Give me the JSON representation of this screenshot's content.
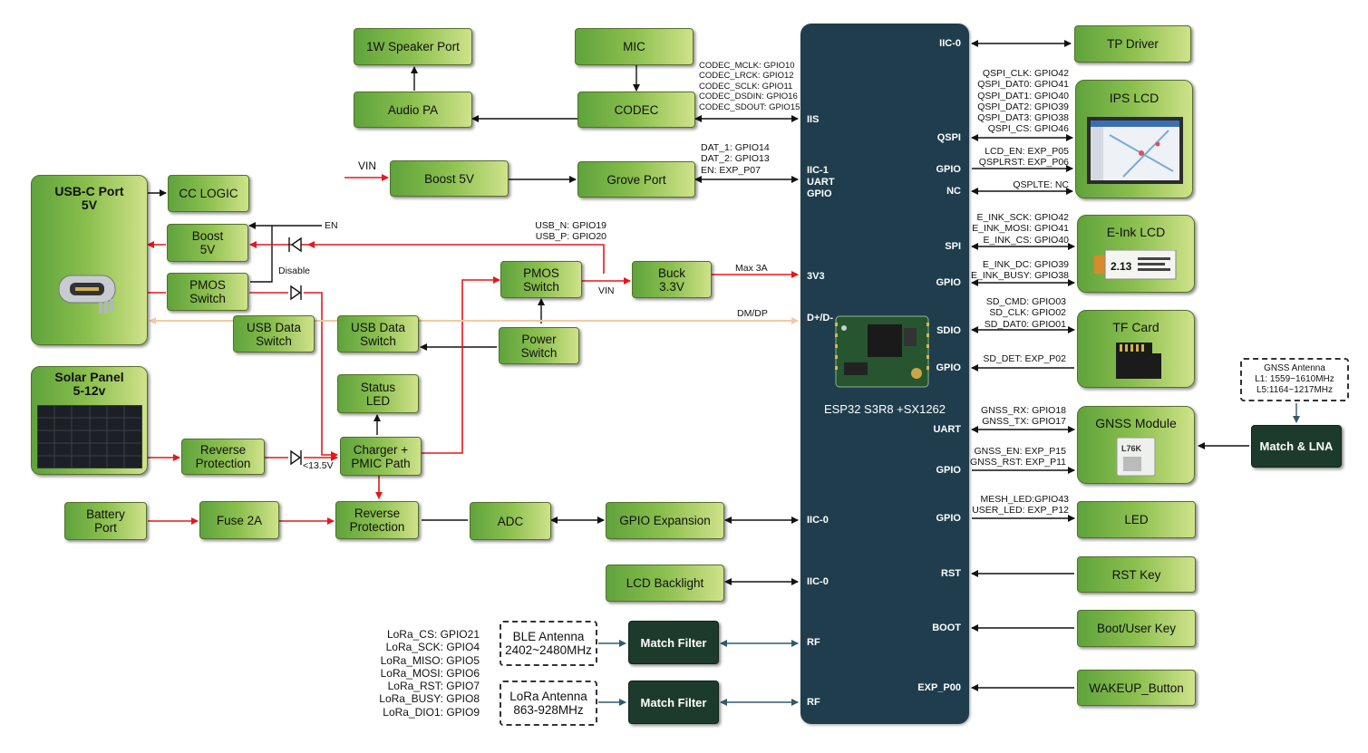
{
  "mcu": {
    "name": "ESP32 S3R8 +SX1262",
    "left_pins": [
      "IIS",
      "IIC-1\nUART\nGPIO",
      "3V3",
      "D+/D-",
      "IIC-0",
      "IIC-0",
      "RF",
      "RF"
    ],
    "right_pins": [
      "IIC-0",
      "QSPI",
      "GPIO",
      "NC",
      "SPI",
      "GPIO",
      "SDIO",
      "GPIO",
      "UART",
      "GPIO",
      "GPIO",
      "RST",
      "BOOT",
      "EXP_P00"
    ]
  },
  "blocks": {
    "speaker": "1W Speaker Port",
    "mic": "MIC",
    "audio_pa": "Audio PA",
    "codec": "CODEC",
    "boost5v_top": "Boost 5V",
    "grove": "Grove Port",
    "usbc_title": "USB-C Port\n5V",
    "cc_logic": "CC LOGIC",
    "boost5v": "Boost\n5V",
    "pmos_left": "PMOS\nSwitch",
    "pmos_mid": "PMOS\nSwitch",
    "buck": "Buck\n3.3V",
    "usb_data_switch_1": "USB Data\nSwitch",
    "usb_data_switch_2": "USB Data\nSwitch",
    "power_switch": "Power\nSwitch",
    "solar_title": "Solar Panel\n5-12v",
    "reverse_prot_1": "Reverse\nProtection",
    "status_led": "Status\nLED",
    "charger": "Charger +\nPMIC Path",
    "battery": "Battery\nPort",
    "fuse": "Fuse 2A",
    "reverse_prot_2": "Reverse\nProtection",
    "adc": "ADC",
    "gpio_exp": "GPIO Expansion",
    "lcd_backlight": "LCD Backlight",
    "ble_antenna": "BLE Antenna\n2402~2480MHz",
    "lora_antenna": "LoRa Antenna\n863-928MHz",
    "match_filter_1": "Match Filter",
    "match_filter_2": "Match Filter",
    "tp_driver": "TP Driver",
    "ips_lcd": "IPS LCD",
    "eink_lcd": "E-Ink LCD",
    "tf_card": "TF Card",
    "gnss_module": "GNSS Module",
    "led": "LED",
    "rst_key": "RST Key",
    "boot_key": "Boot/User Key",
    "wakeup": "WAKEUP_Button",
    "match_lna": "Match & LNA",
    "gnss_antenna": "GNSS  Antenna\nL1: 1559~1610MHz\nL5:1164~1217MHz",
    "eink_screen_text": "2.13",
    "gnss_chip_text": "L76K"
  },
  "labels": {
    "vin_top": "VIN",
    "en": "EN",
    "disable": "Disable",
    "usb_pins": "USB_N: GPIO19\nUSB_P: GPIO20",
    "vin_mid": "VIN",
    "max3a": "Max 3A",
    "dmdp": "DM/DP",
    "v135": "<13.5V",
    "codec_pins": "CODEC_MCLK: GPIO10\nCODEC_LRCK: GPIO12\nCODEC_SCLK: GPIO11\nCODEC_DSDIN: GPIO16\nCODEC_SDOUT: GPIO15",
    "grove_pins": "DAT_1: GPIO14\nDAT_2: GPIO13\nEN: EXP_P07",
    "lora_pins": "LoRa_CS: GPIO21\nLoRa_SCK: GPIO4\nLoRa_MISO: GPIO5\nLoRa_MOSI: GPIO6\nLoRa_RST: GPIO7\nLoRa_BUSY: GPIO8\nLoRa_DIO1: GPIO9",
    "qspi_pins": "QSPI_CLK: GPIO42\nQSPI_DAT0: GPIO41\nQSPI_DAT1: GPIO40\nQSPI_DAT2: GPIO39\nQSPI_DAT3: GPIO38\nQSPI_CS: GPIO46",
    "lcd_gpio_pins": "LCD_EN: EXP_P05\nQSPLRST: EXP_P06",
    "lcd_nc": "QSPLTE: NC",
    "eink_spi_pins": "E_INK_SCK: GPIO42\nE_INK_MOSI: GPIO41\nE_INK_CS: GPIO40",
    "eink_gpio_pins": "E_INK_DC: GPIO39\nE_INK_BUSY: GPIO38",
    "sd_pins": "SD_CMD: GPIO03\nSD_CLK: GPIO02\nSD_DAT0: GPIO01",
    "sd_det": "SD_DET: EXP_P02",
    "gnss_uart_pins": "GNSS_RX: GPIO18\nGNSS_TX: GPIO17",
    "gnss_gpio_pins": "GNSS_EN: EXP_P15\nGNSS_RST: EXP_P11",
    "led_pins": "MESH_LED:GPIO43\nUSER_LED: EXP_P12"
  },
  "colors": {
    "power_line": "#e8161b",
    "usb_line": "#f3c9a4",
    "signal_line": "#111111",
    "mcu_fill": "#1f3d4d",
    "rf_line": "#2e5a6c"
  }
}
